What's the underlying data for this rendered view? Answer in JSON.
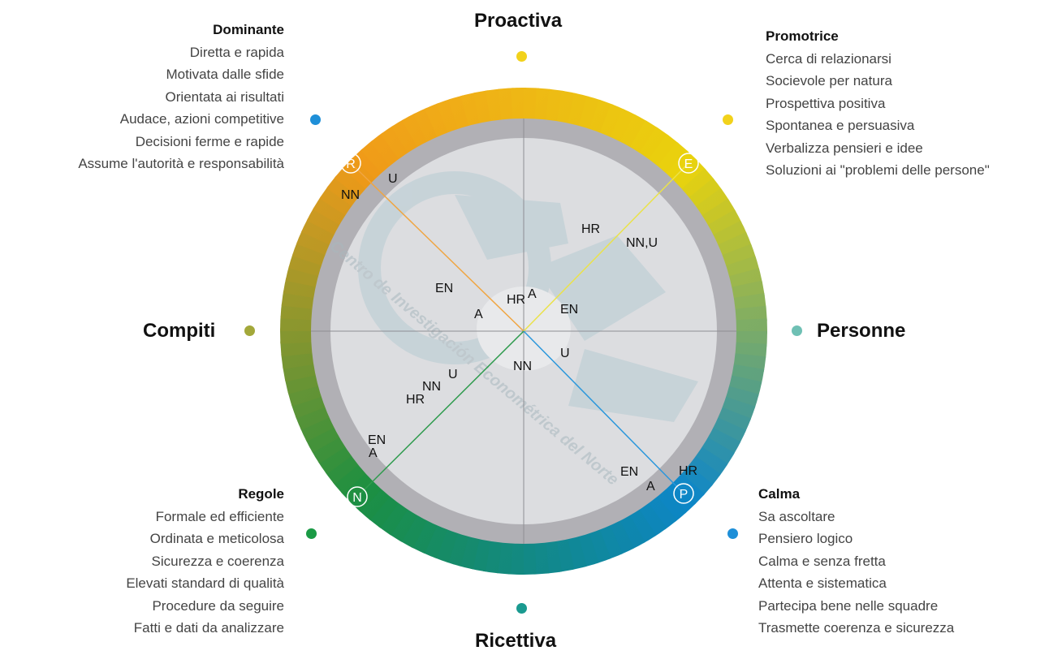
{
  "axes": {
    "top": "Proactiva",
    "bottom": "Ricettiva",
    "left": "Compiti",
    "right": "Personne"
  },
  "quadrants": {
    "top_left": {
      "badge": "R",
      "title": "Dominante",
      "items": [
        "Diretta e rapida",
        "Motivata dalle sfide",
        "Orientata ai risultati",
        "Audace, azioni competitive",
        "Decisioni ferme e rapide",
        "Assume l'autorità e responsabilità"
      ],
      "dot_color": "#1e8fd8"
    },
    "top_right": {
      "badge": "E",
      "title": "Promotrice",
      "items": [
        "Cerca di relazionarsi",
        "Socievole per natura",
        "Prospettiva positiva",
        "Spontanea e persuasiva",
        "Verbalizza pensieri e idee",
        "Soluzioni ai \"problemi delle persone\""
      ],
      "dot_color": "#f2d21b"
    },
    "bottom_left": {
      "badge": "N",
      "title": "Regole",
      "items": [
        "Formale ed efficiente",
        "Ordinata e meticolosa",
        "Sicurezza e coerenza",
        "Elevati standard di qualità",
        "Procedure da seguire",
        "Fatti e dati da analizzare"
      ],
      "dot_color": "#1a9a45"
    },
    "bottom_right": {
      "badge": "P",
      "title": "Calma",
      "items": [
        "Sa ascoltare",
        "Pensiero logico",
        "Calma e senza fretta",
        "Attenta e sistematica",
        "Partecipa bene nelle squadre",
        "Trasmette coerenza e sicurezza"
      ],
      "dot_color": "#1e8fd8"
    }
  },
  "axis_dots": {
    "top": "#f2d21b",
    "bottom": "#1a9a90",
    "left": "#a3a83a",
    "right": "#6fc0b4"
  },
  "colors": {
    "orange": "#f39200",
    "yellow": "#f5dc00",
    "green": "#11913a",
    "blue": "#0a8fd8",
    "gray_ring": "#b1b0b5",
    "inner_disc": "#dcdde0"
  },
  "watermark": "Centro de Investigación Econométrica del Norte",
  "markers": {
    "r_axis": [
      {
        "label": "NN",
        "r": 0.86
      },
      {
        "label": "U",
        "r": 0.85
      },
      {
        "label": "EN",
        "r": 0.36
      },
      {
        "label": "A",
        "r": 0.22
      },
      {
        "label": "HR",
        "r": 0.03
      },
      {
        "label": "A",
        "r": 0.02
      }
    ],
    "e_axis": [
      {
        "label": "HR",
        "r": 0.55
      },
      {
        "label": "NN,U",
        "r": 0.52
      },
      {
        "label": "EN",
        "r": 0.12
      }
    ],
    "n_axis": [
      {
        "label": "U",
        "r": 0.35
      },
      {
        "label": "NN",
        "r": 0.39
      },
      {
        "label": "HR",
        "r": 0.42
      },
      {
        "label": "EN",
        "r": 0.76
      },
      {
        "label": "A",
        "r": 0.78
      }
    ],
    "p_axis": [
      {
        "label": "U",
        "r": 0.12
      },
      {
        "label": "NN",
        "r": 0.12
      },
      {
        "label": "HR",
        "r": 0.98
      },
      {
        "label": "EN",
        "r": 0.8
      },
      {
        "label": "A",
        "r": 0.81
      }
    ]
  }
}
